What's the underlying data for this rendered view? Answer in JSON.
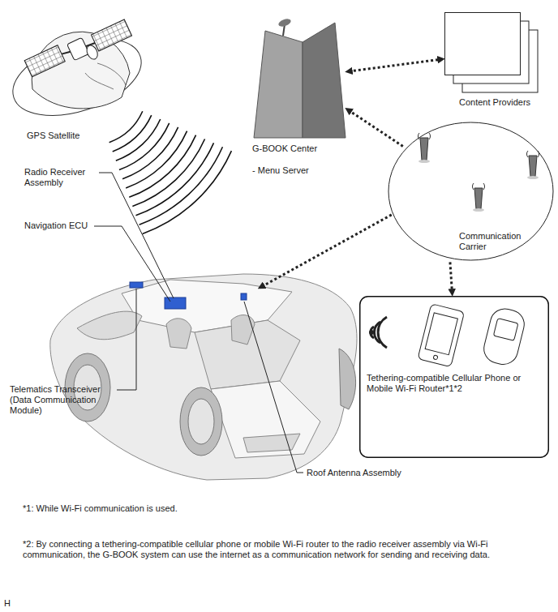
{
  "diagram": {
    "nodes": [
      {
        "text": [
          "Content Providers"
        ]
      },
      {
        "text": [
          "G-BOOK Center",
          "- Menu Server"
        ]
      },
      {
        "text": [
          "Communication Carrier"
        ]
      },
      {
        "text": [
          "Tethering-compatible Cellular Phone or Mobile Wi-Fi Router*1*2"
        ]
      }
    ],
    "edges": [
      {
        "from": 1,
        "to": 0,
        "arrow": "both"
      },
      {
        "from": 2,
        "to": 1,
        "arrow": "to"
      },
      {
        "from": 2,
        "to": 3,
        "arrow": "to"
      }
    ],
    "labels": [
      "GPS Satellite",
      "Radio Receiver Assembly",
      "Navigation ECU",
      "Telematics Transceiver (Data Communication Module)",
      "Roof Antenna Assembly",
      "*1: While Wi-Fi communication is used.",
      "*2: By connecting a tethering-compatible cellular phone or mobile Wi-Fi router to the radio receiver assembly via Wi-Fi communication, the G-BOOK system can use the internet as a communication network for sending and receiving data.",
      "H"
    ]
  }
}
